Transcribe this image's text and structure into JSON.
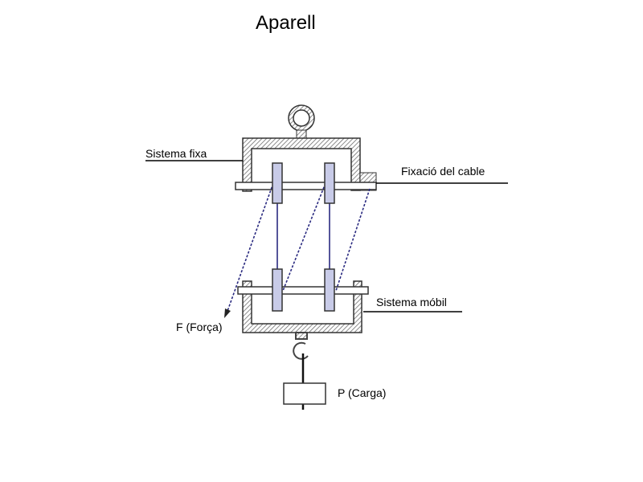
{
  "title": "Aparell",
  "labels": {
    "fixed_system": "Sistema fixa",
    "cable_fixing": "Fixació del cable",
    "mobile_system": "Sistema móbil",
    "force": "F (Força)",
    "load": "P (Carga)"
  },
  "colors": {
    "rope": "#2a2a80",
    "pulley_fill": "#c8cbe8",
    "hatch": "#555555"
  }
}
